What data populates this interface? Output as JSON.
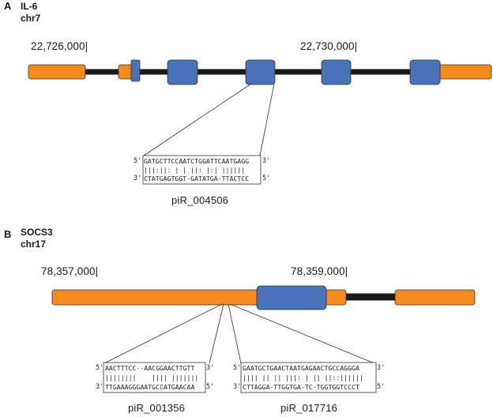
{
  "panel_a": {
    "letter": "A",
    "gene": "IL-6",
    "chrom": "chr7",
    "coord_left": "22,726,000|",
    "coord_right": "22,730,000|",
    "alignment": {
      "top": "GATGCTTCCAATCTGGATTCAATGAGG",
      "mid": "|||:||: | | ||: |:| ||||||",
      "bottom": "CTATGAGTGGT-GATATGA-TTACTCC",
      "top_left": "5'",
      "top_right": "3'",
      "bottom_left": "3'",
      "bottom_right": "5'"
    },
    "pirna": "piR_004506"
  },
  "panel_b": {
    "letter": "B",
    "gene": "SOCS3",
    "chrom": "chr17",
    "coord_left": "78,357,000|",
    "coord_right": "78,359,000|",
    "alignment_left": {
      "top": "AACTTTCC--AACGGAACTTGTT",
      "mid": "||||||||    |||| |||||||",
      "bottom": "TTGAAAGGGAATGCCATGAACAA",
      "top_left": "5'",
      "top_right": "3'",
      "bottom_left": "3'",
      "bottom_right": "5'"
    },
    "pirna_left": "piR_001356",
    "alignment_right": {
      "top": "GAATGCTGAACTAATGAGAACTGCCAGGGA",
      "mid": "|||| || || |||: | || ||::||||||",
      "bottom": "CTTAGGA-TTGGTGA-TC-TGGTGGTCCCT",
      "top_left": "5'",
      "top_right": "3'",
      "bottom_left": "3'",
      "bottom_right": "5'"
    },
    "pirna_right": "piR_017716"
  },
  "colors": {
    "utr": "#F28A1E",
    "exon": "#4A72B8",
    "intron": "#1a1a1a",
    "outline": "#333333"
  }
}
